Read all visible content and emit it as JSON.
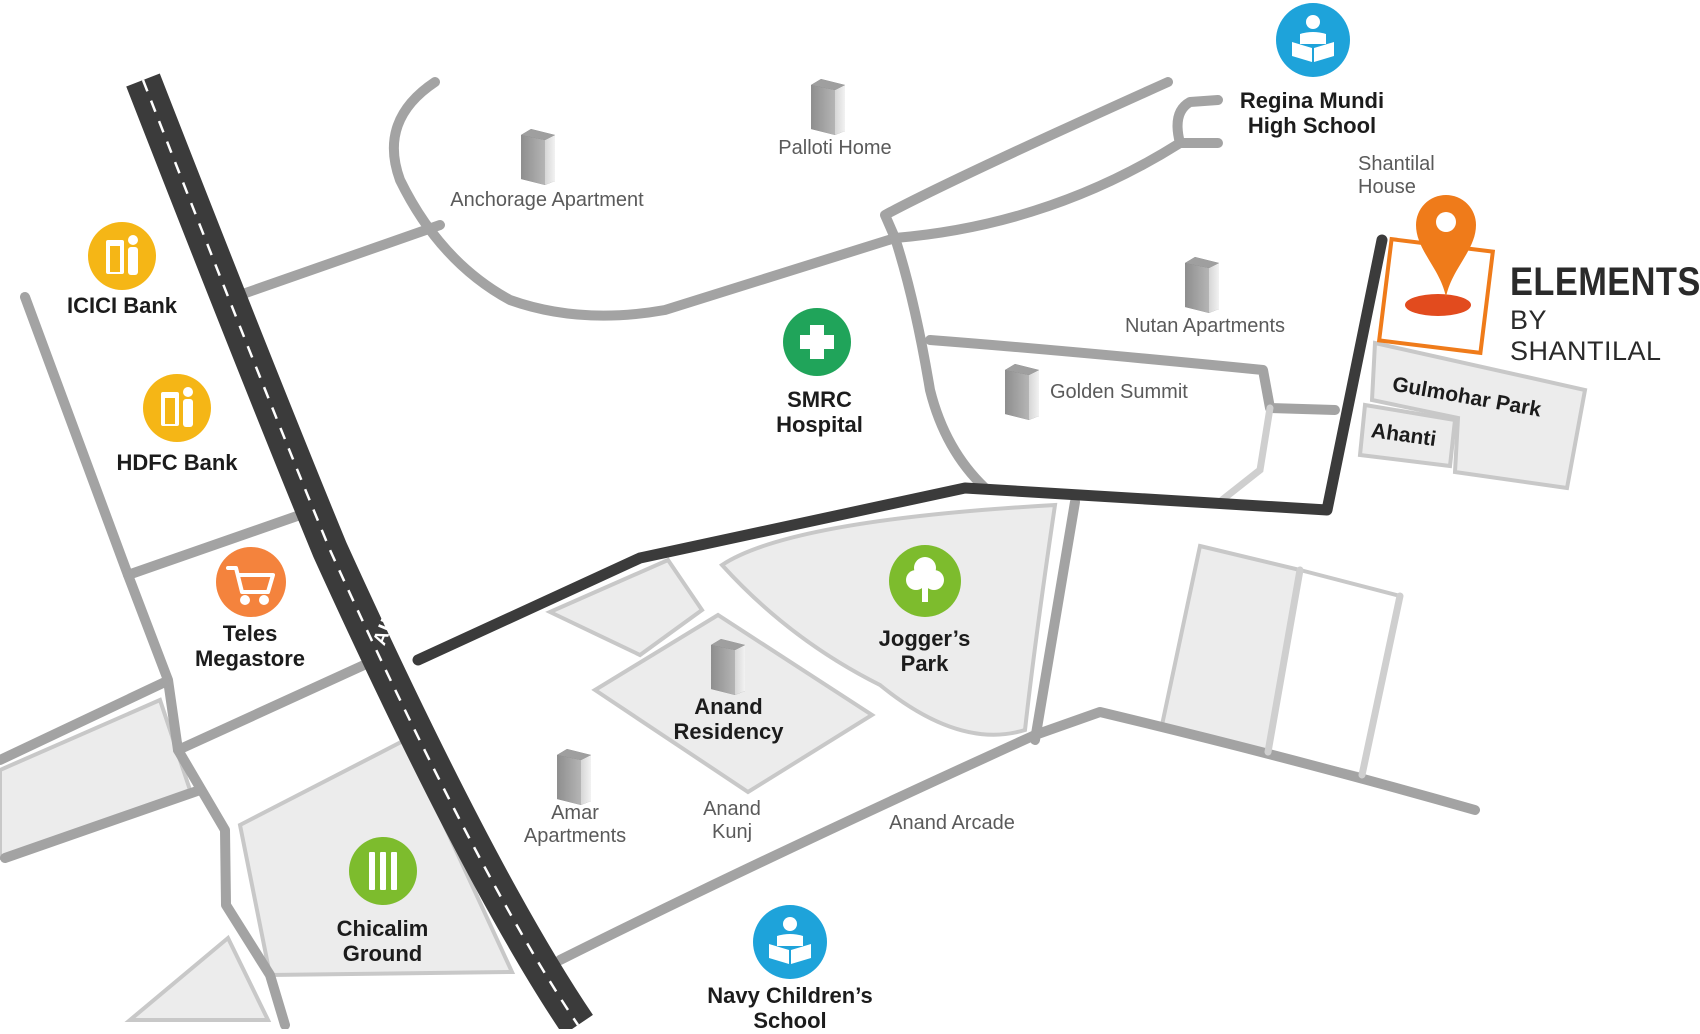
{
  "colors": {
    "road": "#a3a3a3",
    "road_light": "#c8c8c8",
    "highway": "#3b3b3b",
    "block_fill": "#ececec",
    "accent": "#ef7b1a",
    "school": "#1ea3da",
    "hospital": "#20a45a",
    "park": "#7dbc2d",
    "bank": "#f5b616",
    "shop": "#f4833d"
  },
  "highway": {
    "label": "AIRPORT ROAD"
  },
  "brand": {
    "title": "ELEMENTS",
    "subtitle": "BY SHANTILAL",
    "icon": "location-pin-icon"
  },
  "pois": [
    {
      "id": "regina",
      "label": "Regina Mundi\nHigh School",
      "icon": "school-icon",
      "category": "school"
    },
    {
      "id": "navy",
      "label": "Navy Children’s\nSchool",
      "icon": "school-icon",
      "category": "school"
    },
    {
      "id": "smrc",
      "label": "SMRC\nHospital",
      "icon": "hospital-cross-icon",
      "category": "hospital"
    },
    {
      "id": "joggers",
      "label": "Jogger’s\nPark",
      "icon": "tree-icon",
      "category": "park"
    },
    {
      "id": "chicalim",
      "label": "Chicalim\nGround",
      "icon": "cricket-stumps-icon",
      "category": "park"
    },
    {
      "id": "icici",
      "label": "ICICI Bank",
      "icon": "atm-icon",
      "category": "bank"
    },
    {
      "id": "hdfc",
      "label": "HDFC Bank",
      "icon": "atm-icon",
      "category": "bank"
    },
    {
      "id": "teles",
      "label": "Teles\nMegastore",
      "icon": "shopping-cart-icon",
      "category": "shop"
    }
  ],
  "places": [
    {
      "id": "palloti",
      "label": "Palloti Home"
    },
    {
      "id": "anchorage",
      "label": "Anchorage Apartment"
    },
    {
      "id": "nutan",
      "label": "Nutan Apartments"
    },
    {
      "id": "golden",
      "label": "Golden Summit"
    },
    {
      "id": "shantilal",
      "label": "Shantilal\nHouse"
    },
    {
      "id": "amar",
      "label": "Amar\nApartments"
    },
    {
      "id": "kunj",
      "label": "Anand\nKunj"
    },
    {
      "id": "arcade",
      "label": "Anand Arcade"
    }
  ],
  "blocks": [
    {
      "id": "gulmohar",
      "label": "Gulmohar Park"
    },
    {
      "id": "ahanti",
      "label": "Ahanti"
    },
    {
      "id": "anand_res",
      "label": "Anand\nResidency"
    }
  ]
}
